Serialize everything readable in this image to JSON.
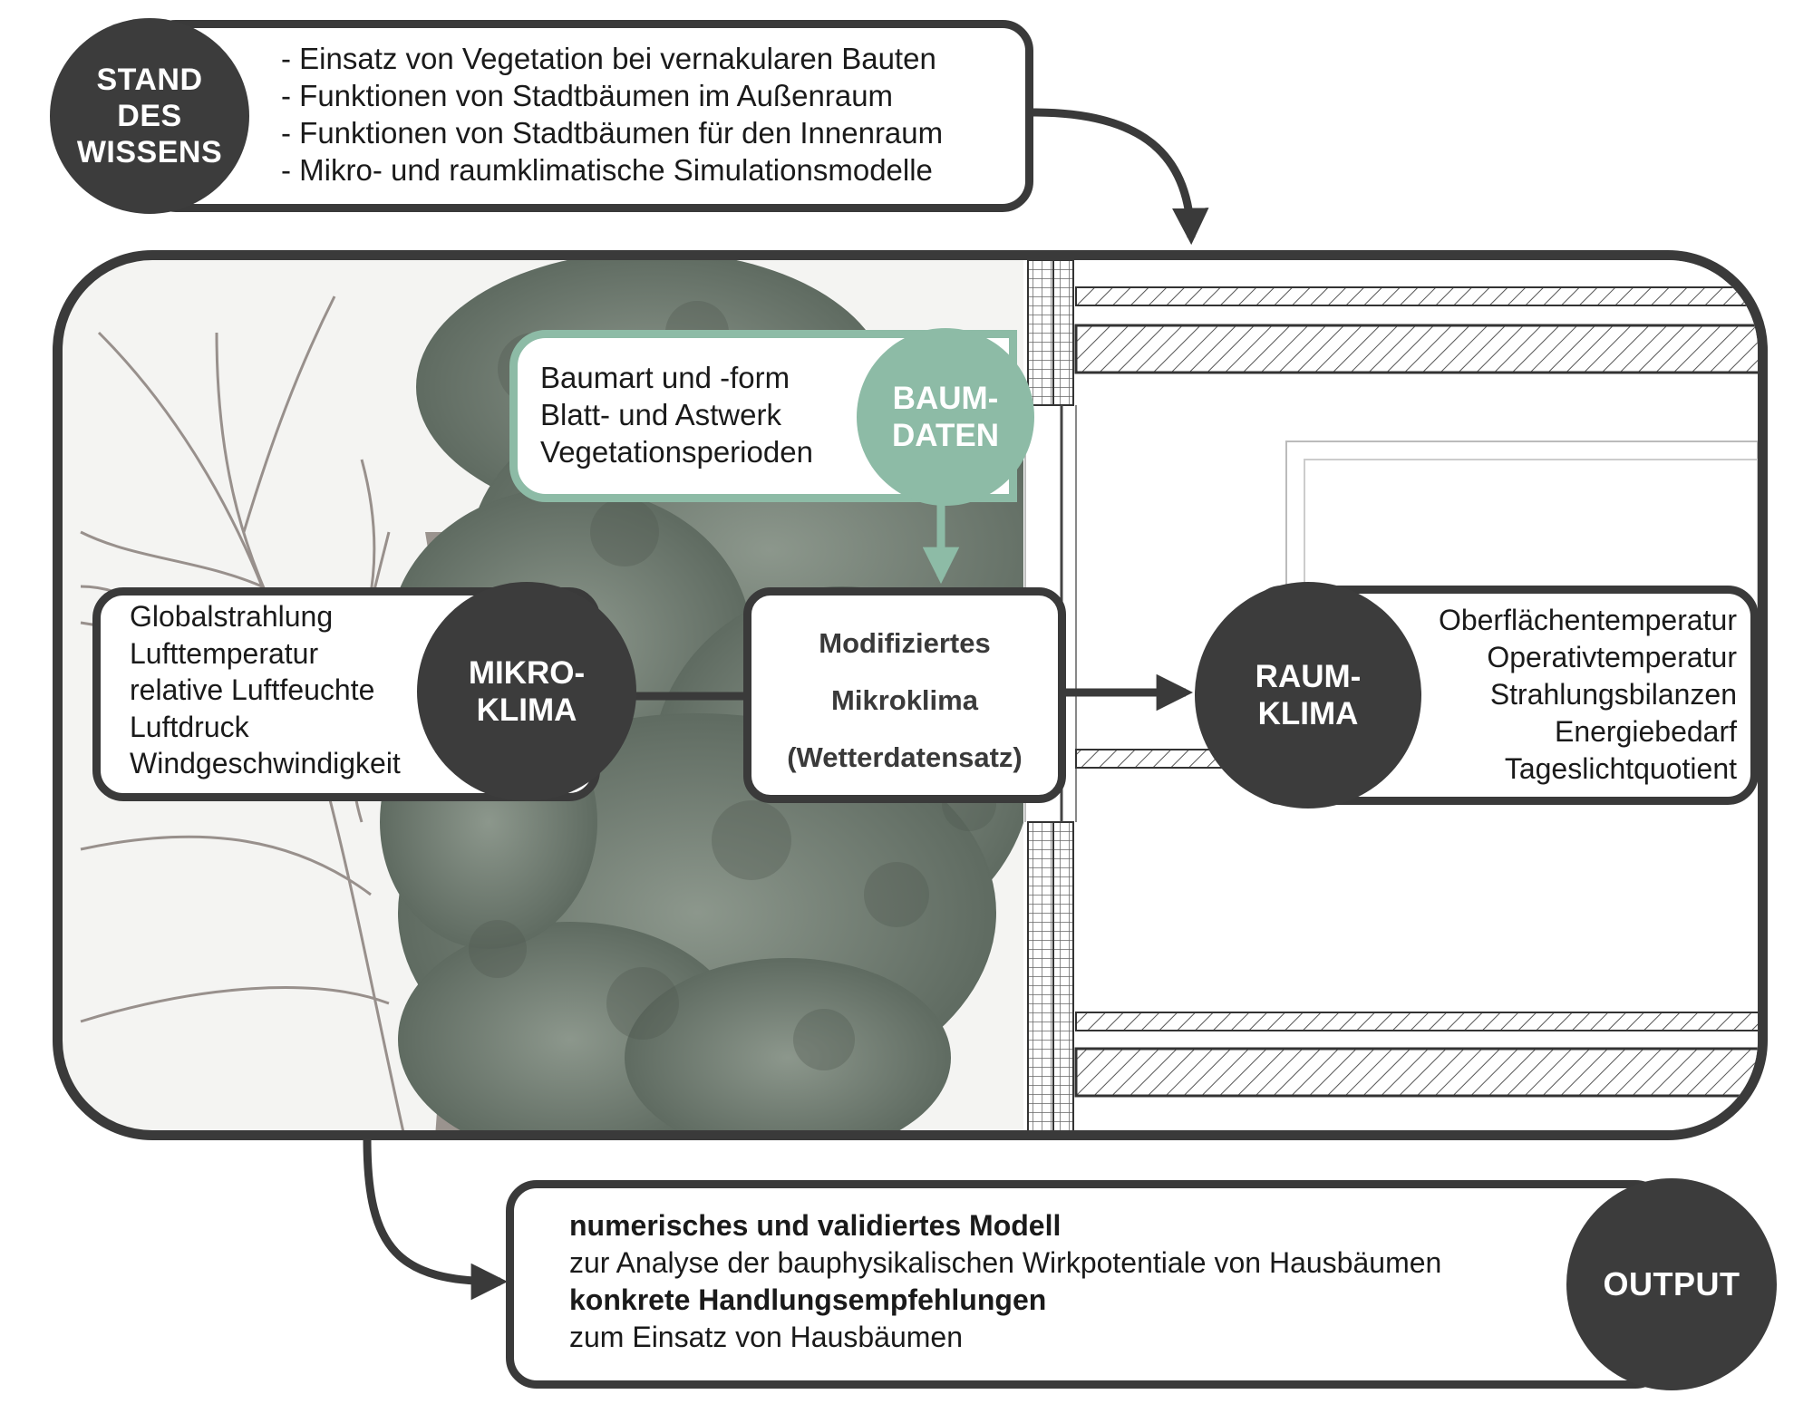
{
  "stand": {
    "label_lines": [
      "STAND",
      "DES",
      "WISSENS"
    ],
    "items": [
      "- Einsatz von Vegetation bei vernakularen Bauten",
      "- Funktionen von Stadtbäumen im Außenraum",
      "- Funktionen von Stadtbäumen für den Innenraum",
      "- Mikro- und raumklimatische Simulationsmodelle"
    ]
  },
  "baum": {
    "label_lines": [
      "BAUM-",
      "DATEN"
    ],
    "items": [
      "Baumart und -form",
      "Blatt- und Astwerk",
      "Vegetationsperioden"
    ]
  },
  "mikro": {
    "label_lines": [
      "MIKRO-",
      "KLIMA"
    ],
    "items": [
      "Globalstrahlung",
      "Lufttemperatur",
      "relative Luftfeuchte",
      "Luftdruck",
      "Windgeschwindigkeit"
    ]
  },
  "modified": {
    "lines": [
      "Modifiziertes",
      "Mikroklima",
      "(Wetterdatensatz)"
    ]
  },
  "raum": {
    "label_lines": [
      "RAUM-",
      "KLIMA"
    ],
    "items": [
      "Oberflächentemperatur",
      "Operativtemperatur",
      "Strahlungsbilanzen",
      "Energiebedarf",
      "Tageslichtquotient"
    ]
  },
  "output": {
    "label": "OUTPUT",
    "line1_bold": "numerisches und validiertes Modell",
    "line2": "zur Analyse der bauphysikalischen Wirkpotentiale von Hausbäumen",
    "line3_bold": "konkrete Handlungsempfehlungen",
    "line4": "zum Einsatz von Hausbäumen"
  },
  "colors": {
    "dark": "#3a3a3a",
    "accent_green": "#8dbba6",
    "foliage": "#6f7d72"
  }
}
